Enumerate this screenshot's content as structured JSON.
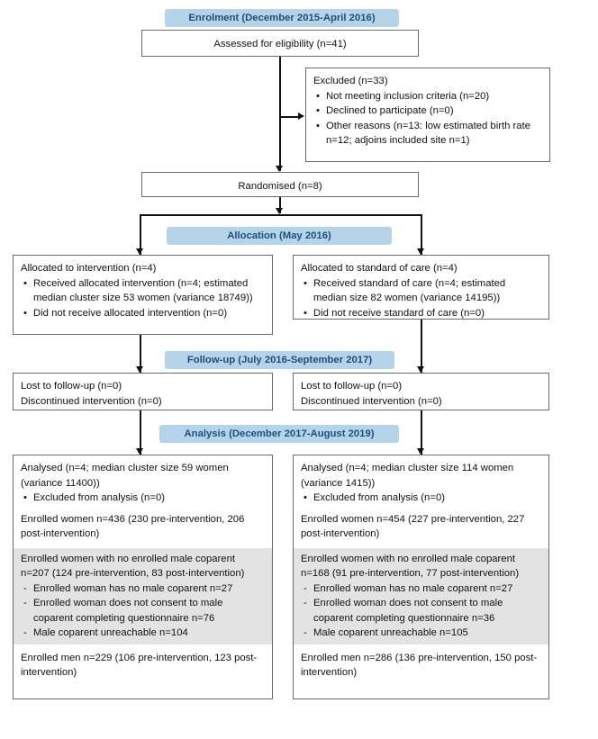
{
  "figure": {
    "type": "consort-flow-diagram",
    "title": "CONSORT participant flow diagram"
  },
  "stages": {
    "enrolment": "Enrolment (December 2015-April 2016)",
    "allocation": "Allocation (May 2016)",
    "followup": "Follow-up (July 2016-September 2017)",
    "analysis": "Analysis (December 2017-August 2019)"
  },
  "enrolment": {
    "assessed": "Assessed for eligibility (n=41)",
    "excluded_heading": "Excluded (n=33)",
    "excluded_items": [
      "Not meeting inclusion criteria (n=20)",
      "Declined to participate (n=0)",
      "Other reasons (n=13: low estimated birth rate n=12; adjoins included site n=1)"
    ],
    "randomised": "Randomised (n=8)"
  },
  "allocation": {
    "left": {
      "heading": "Allocated to intervention (n=4)",
      "items": [
        "Received allocated intervention (n=4; estimated median cluster size 53 women (variance 18749))",
        "Did not receive allocated intervention (n=0)"
      ]
    },
    "right": {
      "heading": "Allocated to standard of care (n=4)",
      "items": [
        "Received standard of care (n=4; estimated median size 82 women (variance 14195))",
        "Did not receive standard of care (n=0)"
      ]
    }
  },
  "followup": {
    "left": {
      "lost": "Lost to follow-up (n=0)",
      "discontinued": "Discontinued intervention (n=0)"
    },
    "right": {
      "lost": "Lost to follow-up (n=0)",
      "discontinued": "Discontinued intervention (n=0)"
    }
  },
  "analysis": {
    "left": {
      "analysed": "Analysed (n=4; median cluster size 59 women (variance 11400))",
      "excluded_item": "Excluded from analysis (n=0)",
      "enrolled_women": "Enrolled women n=436 (230 pre-intervention, 206 post-intervention)",
      "no_coparent_heading": "Enrolled women with no enrolled male coparent n=207 (124 pre-intervention, 83 post-intervention)",
      "no_coparent_items": [
        "Enrolled woman has no male coparent n=27",
        "Enrolled woman does not consent to male coparent completing questionnaire n=76",
        "Male coparent unreachable n=104"
      ],
      "enrolled_men": "Enrolled men n=229 (106 pre-intervention, 123 post-intervention)"
    },
    "right": {
      "analysed": "Analysed (n=4; median cluster size 114 women (variance 1415))",
      "excluded_item": "Excluded from analysis (n=0)",
      "enrolled_women": "Enrolled women n=454 (227 pre-intervention, 227 post-intervention)",
      "no_coparent_heading": "Enrolled women with no enrolled male coparent n=168 (91 pre-intervention, 77 post-intervention)",
      "no_coparent_items": [
        "Enrolled woman has no male coparent n=27",
        "Enrolled woman does not consent to male coparent completing questionnaire n=36",
        "Male coparent unreachable n=105"
      ],
      "enrolled_men": "Enrolled men n=286 (136 pre-intervention, 150 post-intervention)"
    }
  },
  "colors": {
    "pill_bg": "#b5d4e9",
    "pill_text": "#1f4e79",
    "box_border": "#6b6b6b",
    "shaded_bg": "#e3e3e3",
    "line": "#111111"
  }
}
